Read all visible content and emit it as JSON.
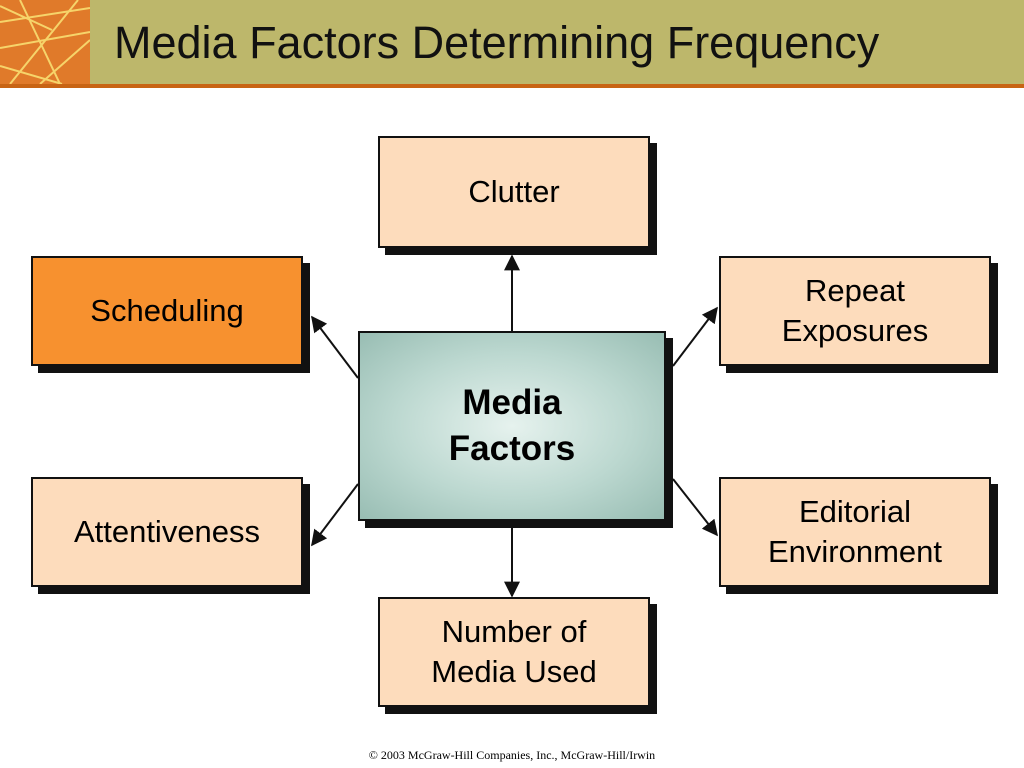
{
  "slide": {
    "title": "Media Factors Determining Frequency",
    "footer": "© 2003 McGraw-Hill Companies, Inc., McGraw-Hill/Irwin"
  },
  "diagram": {
    "center": "Media\nFactors",
    "nodes": {
      "clutter": "Clutter",
      "scheduling": "Scheduling",
      "repeat_exposures": "Repeat\nExposures",
      "attentiveness": "Attentiveness",
      "editorial_environment": "Editorial\nEnvironment",
      "number_of_media": "Number of\nMedia Used"
    },
    "highlighted_node": "scheduling"
  },
  "colors": {
    "header": "#bdb76b",
    "header_rule": "#c86414",
    "node_fill": "#fddcbc",
    "highlight_fill": "#f7912f",
    "center_fill": "#bcd8d0"
  }
}
